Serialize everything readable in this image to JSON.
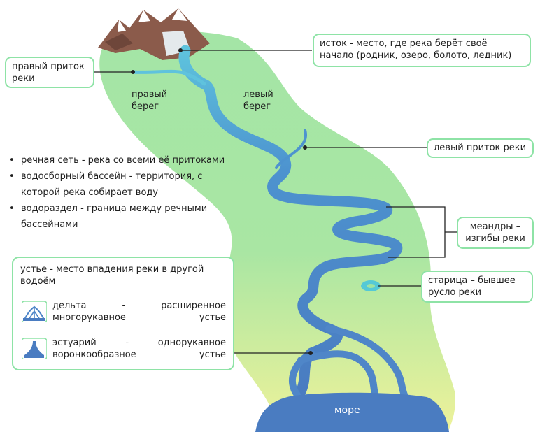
{
  "labels": {
    "source": "исток - место, где река берёт своё начало (родник, озеро, болото, ледник)",
    "right_tributary": "правый приток реки",
    "right_bank": "правый берег",
    "left_bank": "левый берег",
    "left_tributary": "левый приток реки",
    "meanders": "меандры – изгибы реки",
    "oxbow": "старица – бывшее русло реки",
    "sea": "море"
  },
  "bullets": [
    "речная сеть - река со всеми её притоками",
    "водосборный бассейн - территория, с которой река собирает воду",
    "водораздел - граница между речными бассейнами"
  ],
  "mouth": {
    "title": "устье - место впадения реки в другой водоём",
    "delta": {
      "text": "дельта - расширенное многорукавное устье",
      "icon": "delta-icon"
    },
    "estuary": {
      "text": "эстуарий - однорукавное воронкообразное устье",
      "icon": "estuary-icon"
    }
  },
  "colors": {
    "label_border": "#8ee3a6",
    "valley_green": "#9fe3a2",
    "valley_yellow": "#e9f29a",
    "river": "#4f86c8",
    "sea": "#4a7cc1",
    "mountain": "#8a5a4a",
    "oxbow": "#55c9d6"
  }
}
